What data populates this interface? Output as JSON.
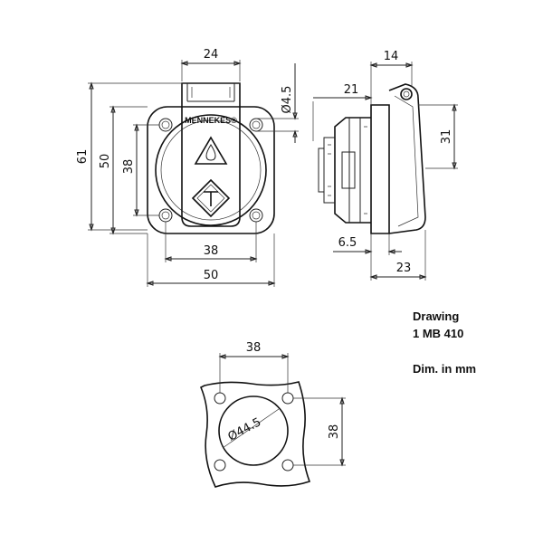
{
  "front_view": {
    "brand": "MENNEKES®",
    "dims": {
      "top_width": "24",
      "hole_diameter": "Ø4.5",
      "total_height": "61",
      "flange_height": "50",
      "hole_spacing_v": "38",
      "hole_spacing_h": "38",
      "flange_width": "50"
    }
  },
  "side_view": {
    "dims": {
      "cap_width": "14",
      "depth_front": "21",
      "height_right": "31",
      "flange_thickness": "6.5",
      "total_depth": "23"
    }
  },
  "cutout_view": {
    "dims": {
      "hole_spacing_h": "38",
      "hole_spacing_v": "38",
      "cutout_diameter": "Ø44.5"
    }
  },
  "notes": {
    "drawing_label": "Drawing",
    "drawing_number": "1 MB 410",
    "units": "Dim. in mm"
  },
  "colors": {
    "line": "#222222",
    "background": "#ffffff"
  }
}
